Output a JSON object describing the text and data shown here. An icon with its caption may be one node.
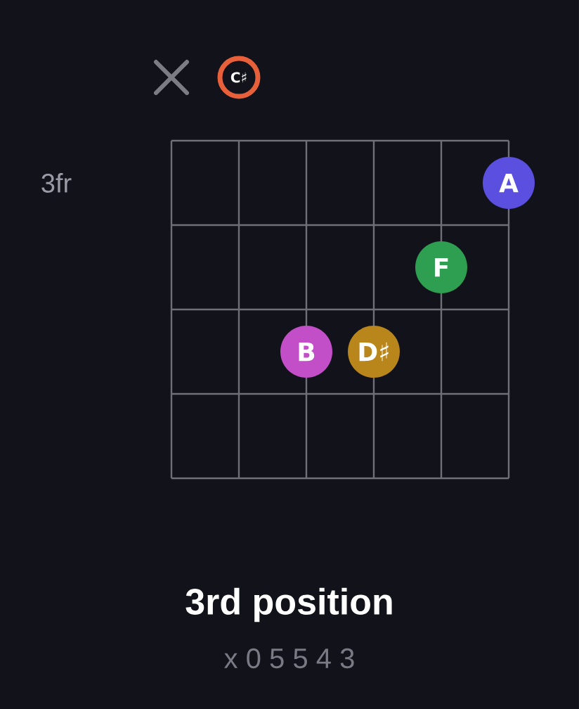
{
  "diagram": {
    "title": "3rd position",
    "nodes": [
      {
        "text": [
          "C♯"
        ]
      },
      {
        "text": [
          "A"
        ]
      },
      {
        "text": [
          "F"
        ]
      },
      {
        "text": [
          "B"
        ]
      },
      {
        "text": [
          "D♯"
        ]
      }
    ],
    "labels": [
      "3fr",
      "x 0 5 5 4 3"
    ]
  }
}
